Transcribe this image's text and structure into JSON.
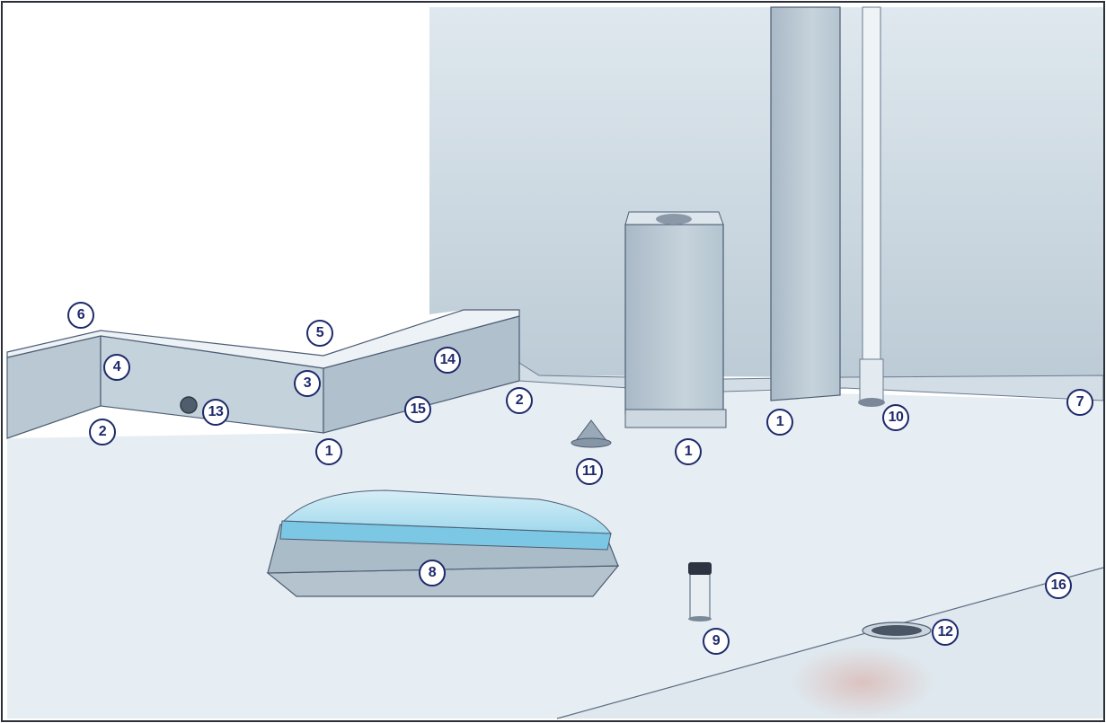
{
  "callouts": [
    {
      "id": "c1a",
      "label": "1"
    },
    {
      "id": "c1b",
      "label": "1"
    },
    {
      "id": "c1c",
      "label": "1"
    },
    {
      "id": "c2a",
      "label": "2"
    },
    {
      "id": "c2b",
      "label": "2"
    },
    {
      "id": "c3",
      "label": "3"
    },
    {
      "id": "c4",
      "label": "4"
    },
    {
      "id": "c5",
      "label": "5"
    },
    {
      "id": "c6",
      "label": "6"
    },
    {
      "id": "c7",
      "label": "7"
    },
    {
      "id": "c8",
      "label": "8"
    },
    {
      "id": "c9",
      "label": "9"
    },
    {
      "id": "c10",
      "label": "10"
    },
    {
      "id": "c11",
      "label": "11"
    },
    {
      "id": "c12",
      "label": "12"
    },
    {
      "id": "c13",
      "label": "13"
    },
    {
      "id": "c14",
      "label": "14"
    },
    {
      "id": "c15",
      "label": "15"
    },
    {
      "id": "c16",
      "label": "16"
    }
  ],
  "colors": {
    "outline": "#1d2a6b",
    "wall": "#c4d2dc",
    "roof": "#e6eef3",
    "skylight": "#8fcfe6"
  }
}
